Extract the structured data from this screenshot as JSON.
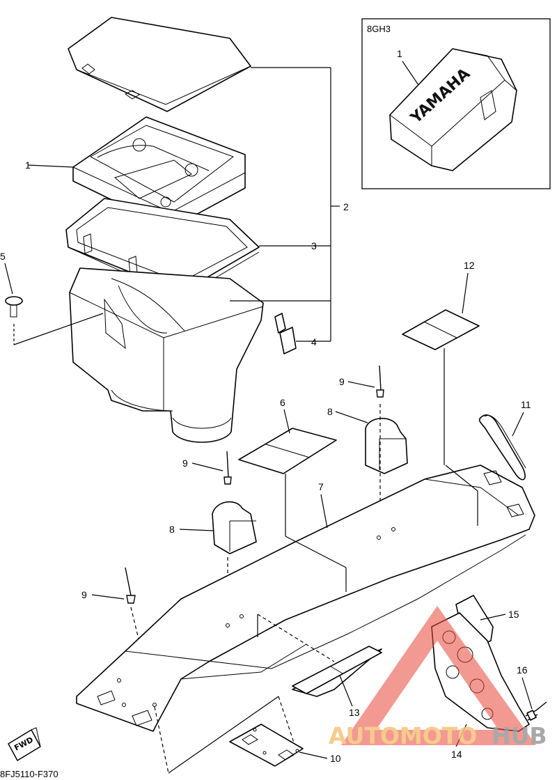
{
  "inset": {
    "model_code": "8GH3",
    "callout": "1",
    "brand": "YAMAHA"
  },
  "callouts": [
    "1",
    "2",
    "3",
    "4",
    "5",
    "6",
    "7",
    "8",
    "8",
    "9",
    "9",
    "9",
    "10",
    "11",
    "12",
    "13",
    "14",
    "15",
    "16"
  ],
  "fwd_label": "FWD",
  "diagram_code": "8FJ5110-F370",
  "watermark": {
    "part1": "AUTOMOTO",
    "part2": "HUB",
    "color1": "#f5c27a",
    "color2": "#9a9a9a",
    "triangle_color": "#e8473a"
  }
}
